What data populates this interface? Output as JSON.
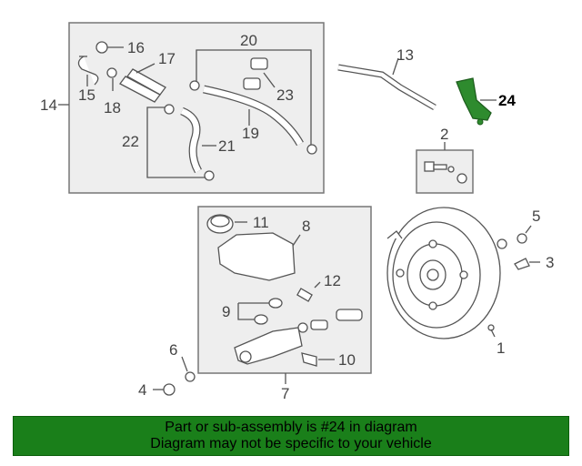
{
  "diagram": {
    "callouts": {
      "c1": "1",
      "c2": "2",
      "c3": "3",
      "c4": "4",
      "c5": "5",
      "c6": "6",
      "c7": "7",
      "c8": "8",
      "c9": "9",
      "c10": "10",
      "c11": "11",
      "c12": "12",
      "c13": "13",
      "c14": "14",
      "c15": "15",
      "c16": "16",
      "c17": "17",
      "c18": "18",
      "c19": "19",
      "c20": "20",
      "c21": "21",
      "c22": "22",
      "c23": "23",
      "c24": "24"
    },
    "highlighted_part": "24"
  },
  "banner": {
    "line1": "Part or sub-assembly is #24 in diagram",
    "line2": "Diagram may not be specific to your vehicle"
  },
  "colors": {
    "banner_bg": "#1a7f1a",
    "highlight_part": "#2e8b2e",
    "group_box_bg": "#eeeeee"
  }
}
